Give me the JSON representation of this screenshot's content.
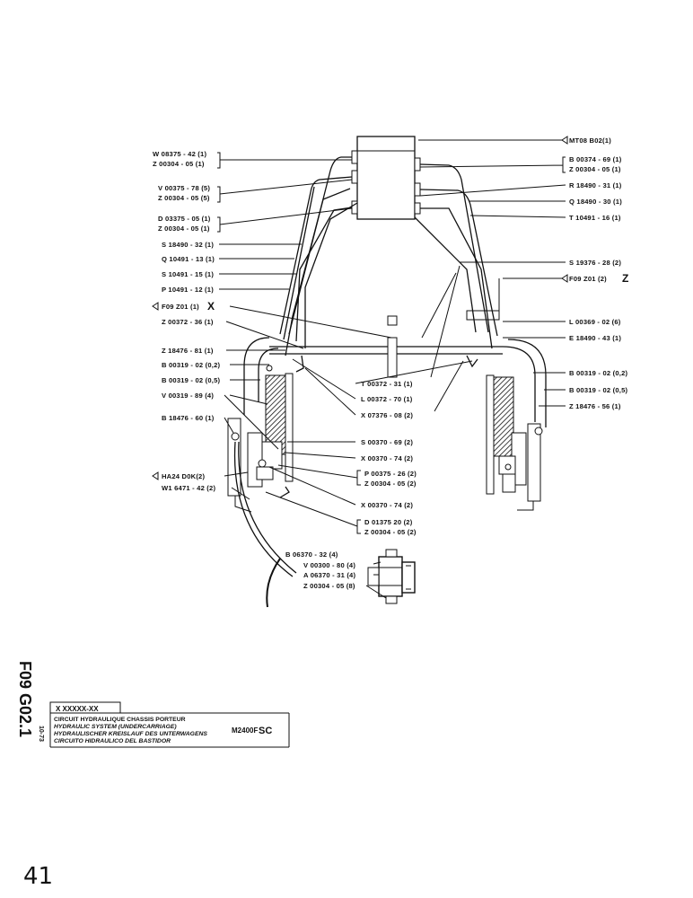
{
  "callouts_left": [
    {
      "id": "w08375",
      "text": "W 08375 - 42 (1)"
    },
    {
      "id": "z00304a",
      "text": "Z 00304 - 05 (1)"
    },
    {
      "id": "v00375",
      "text": "V 00375 - 78 (5)"
    },
    {
      "id": "z00304b",
      "text": "Z 00304 - 05 (5)"
    },
    {
      "id": "d03375",
      "text": "D 03375 - 05 (1)"
    },
    {
      "id": "z00304c",
      "text": "Z 00304 - 05 (1)"
    },
    {
      "id": "s18490",
      "text": "S 18490 - 32 (1)"
    },
    {
      "id": "q10491",
      "text": "Q 10491 - 13 (1)"
    },
    {
      "id": "s10491",
      "text": "S 10491 - 15 (1)"
    },
    {
      "id": "p10491",
      "text": "P 10491 - 12 (1)"
    },
    {
      "id": "f09ref",
      "text": "F09  Z01  (1)"
    },
    {
      "id": "f09ref_x",
      "text": "X"
    },
    {
      "id": "z00372",
      "text": "Z 00372 - 36 (1)"
    },
    {
      "id": "z18476l",
      "text": "Z 18476 - 81  (1)"
    },
    {
      "id": "b00319a",
      "text": "B 00319 - 02 (0,2)"
    },
    {
      "id": "b00319b",
      "text": "B 00319 - 02 (0,5)"
    },
    {
      "id": "v00319",
      "text": "V 00319 - 89 (4)"
    },
    {
      "id": "b18476",
      "text": "B 18476 - 60 (1)"
    },
    {
      "id": "ha24",
      "text": "HA24  D0K(2)"
    },
    {
      "id": "w16471",
      "text": "W1 6471 - 42 (2)"
    }
  ],
  "callouts_right": [
    {
      "id": "mt08",
      "text": "MT08  B02(1)"
    },
    {
      "id": "b00374",
      "text": "B 00374 - 69  (1)"
    },
    {
      "id": "z00304d",
      "text": "Z 00304 - 05  (1)"
    },
    {
      "id": "r18490",
      "text": "R 18490 - 31  (1)"
    },
    {
      "id": "q18490",
      "text": "Q 18490 - 30  (1)"
    },
    {
      "id": "t10491",
      "text": "T 10491 - 16  (1)"
    },
    {
      "id": "s19376",
      "text": "S 19376 - 28  (2)"
    },
    {
      "id": "f09z01",
      "text": "F09  Z01  (2)"
    },
    {
      "id": "f09z01_z",
      "text": "Z"
    },
    {
      "id": "l00369",
      "text": "L 00369 - 02 (6)"
    },
    {
      "id": "e18490",
      "text": "E 18490 - 43  (1)"
    },
    {
      "id": "b00319c",
      "text": "B 00319 - 02 (0,2)"
    },
    {
      "id": "b00319d",
      "text": "B 00319 - 02 (0,5)"
    },
    {
      "id": "z18476r",
      "text": "Z 18476 - 56  (1)"
    }
  ],
  "callouts_center": [
    {
      "id": "t00372",
      "text": "T 00372 - 31  (1)"
    },
    {
      "id": "l00372",
      "text": "L 00372 - 70  (1)"
    },
    {
      "id": "x07376",
      "text": "X 07376 - 08  (2)"
    },
    {
      "id": "s00370",
      "text": "S 00370 - 69  (2)"
    },
    {
      "id": "x00370a",
      "text": "X 00370 - 74  (2)"
    },
    {
      "id": "p00375",
      "text": "P 00375 - 26  (2)"
    },
    {
      "id": "z00304e",
      "text": "Z 00304 - 05  (2)"
    },
    {
      "id": "x00370b",
      "text": "X 00370 - 74  (2)"
    },
    {
      "id": "d01375",
      "text": "D 01375  20  (2)"
    },
    {
      "id": "z00304f",
      "text": "Z 00304 - 05  (2)"
    },
    {
      "id": "b06370",
      "text": "B 06370 - 32 (4)"
    },
    {
      "id": "v00300",
      "text": "V 00300 - 80 (4)"
    },
    {
      "id": "a06370",
      "text": "A 06370 - 31 (4)"
    },
    {
      "id": "z00304g",
      "text": "Z 00304 - 05 (8)"
    }
  ],
  "title_block": {
    "code": "X XXXXX-XX",
    "lines": [
      "CIRCUIT HYDRAULIQUE CHASSIS PORTEUR",
      "HYDRAULIC SYSTEM (UNDERCARRIAGE)",
      "HYDRAULISCHER KREISLAUF DES UNTERWAGENS",
      "CIRCUITO HIDRAULICO DEL BASTIDOR"
    ],
    "model": "M2400F",
    "model_suffix": "SC",
    "sheet_id": "F09 G02.1",
    "date": "10-73"
  },
  "page_number": "41"
}
